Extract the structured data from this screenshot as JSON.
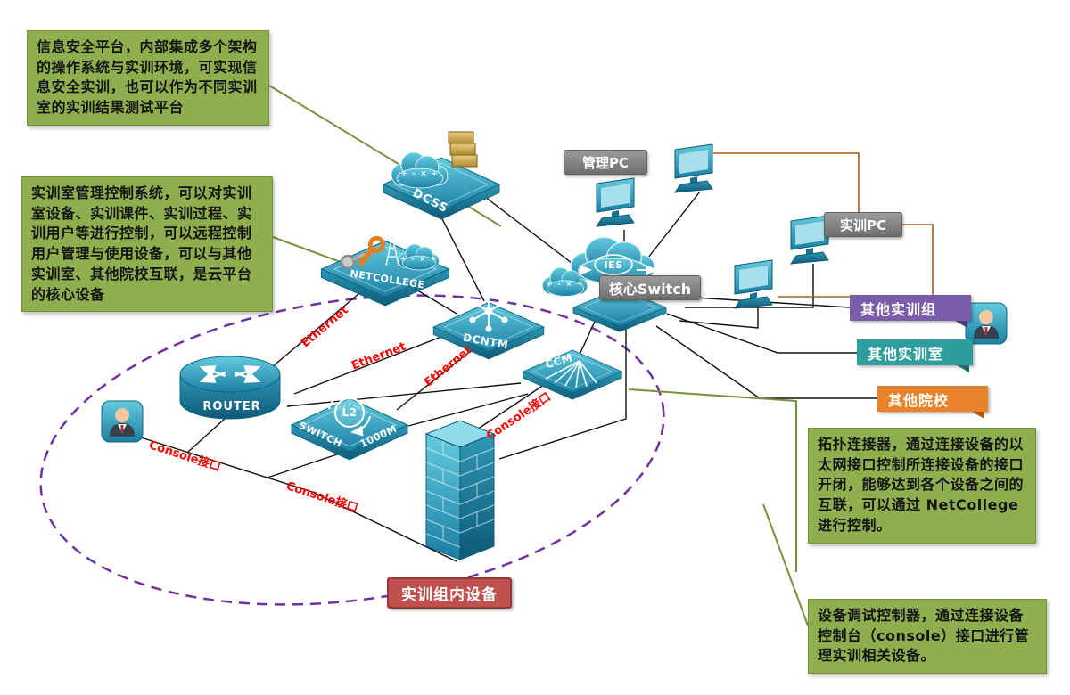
{
  "callouts": {
    "security_platform": "信息安全平台，内部集成多个架构的操作系统与实训环境，可实现信息安全实训，也可以作为不同实训室的实训结果测试平台",
    "management_system": "实训室管理控制系统，可以对实训室设备、实训课件、实训过程、实训用户等进行控制，可以远程控制用户管理与使用设备，可以与其他实训室、其他院校互联，是云平台的核心设备",
    "topology_connector": "拓扑连接器，通过连接设备的以太网接口控制所连接设备的接口开闭，能够达到各个设备之间的互联，可以通过 NetCollege 进行控制。",
    "console_controller": "设备调试控制器，通过连接设备控制台（console）接口进行管理实训相关设备。"
  },
  "tags": {
    "management_pc": "管理PC",
    "training_pc": "实训PC",
    "core_switch": "核心Switch",
    "other_training_group": "其他实训组",
    "other_training_room": "其他实训室",
    "other_school": "其他院校",
    "group_devices": "实训组内设备"
  },
  "devices": {
    "dcss": "DCSS",
    "netcollege": "NETCOLLEGE",
    "dcntm": "DCNTM",
    "ies": "IES",
    "ccm": "CCM",
    "router": "ROUTER",
    "switch_l2": "L2",
    "switch_name": "SWITCH",
    "switch_speed": "1000M",
    "cloud_ops": "+ - × ÷"
  },
  "link_labels": {
    "ethernet": "Ethernet",
    "console": "Console接口"
  },
  "colors": {
    "device_teal": "#2D9FBE",
    "callout_green": "#8FAE4E",
    "tag_gray": "#7F7F7F",
    "tag_purple": "#7A5CA8",
    "tag_teal": "#2E9E9C",
    "tag_orange": "#E8822B",
    "tag_red": "#C0504D",
    "link_label_red": "#FE0000",
    "boundary_purple": "#7030A0",
    "pc_link_brown": "#B05A1E",
    "line_black": "#111111"
  }
}
